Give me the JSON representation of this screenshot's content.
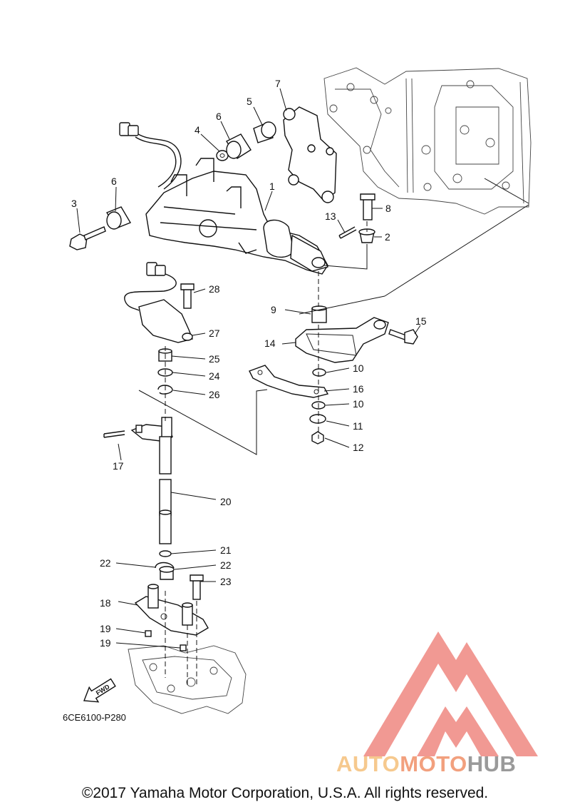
{
  "diagram": {
    "code": "6CE6100-P280",
    "fwd_label": "FWD",
    "copyright": "©2017 Yamaha Motor Corporation, U.S.A. All rights reserved.",
    "watermark": {
      "part1": "AUTO",
      "part2": "MOTO",
      "part3": "HUB"
    },
    "callouts": [
      "1",
      "2",
      "3",
      "4",
      "5",
      "6",
      "6",
      "7",
      "8",
      "9",
      "10",
      "10",
      "11",
      "12",
      "13",
      "14",
      "15",
      "16",
      "17",
      "18",
      "19",
      "19",
      "20",
      "21",
      "22",
      "22",
      "23",
      "24",
      "25",
      "26",
      "27",
      "28"
    ]
  },
  "colors": {
    "line": "#111111",
    "watermark_red": "#f08e88",
    "watermark_orange": "#f2a07e",
    "watermark_yellow": "#f6c98e",
    "watermark_gray": "#9a9a9a"
  }
}
